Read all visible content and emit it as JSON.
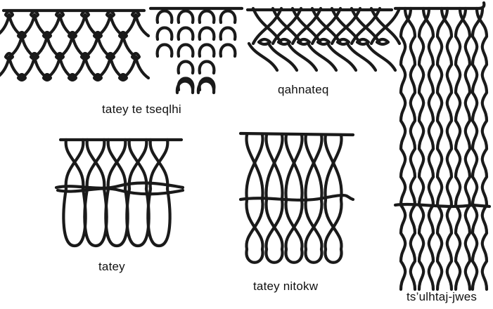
{
  "figure": {
    "captions": {
      "tatey_te_tseqlhi": "tatey te tseqlhi",
      "qahnateq": "qahnateq",
      "tatey": "tatey",
      "tatey_nitokw": "tatey nitokw",
      "tsulhtaj_jwes": "ts’ulhtaj-jwes"
    },
    "ink_color": "#1a1a1a"
  }
}
